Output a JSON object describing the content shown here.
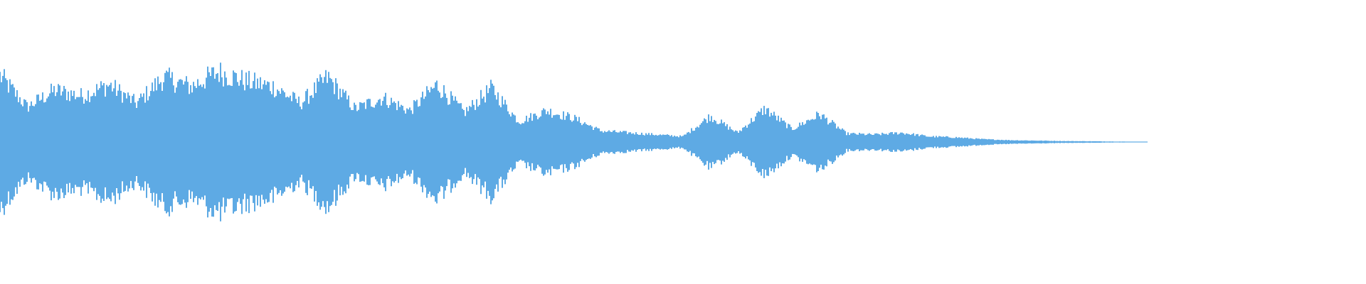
{
  "waveform": {
    "color": "#5eaae4",
    "background": "#ffffff",
    "envelope": {
      "time": [
        0.0,
        0.02,
        0.04,
        0.06,
        0.08,
        0.1,
        0.12,
        0.14,
        0.16,
        0.18,
        0.2,
        0.22,
        0.24,
        0.26,
        0.28,
        0.3,
        0.32,
        0.34,
        0.36,
        0.38,
        0.4,
        0.42,
        0.44,
        0.46,
        0.48,
        0.5,
        0.52,
        0.54,
        0.56,
        0.58,
        0.6,
        0.62,
        0.64,
        0.66,
        0.68,
        0.7,
        0.72,
        0.74,
        0.76,
        0.78,
        0.8,
        0.82,
        0.84
      ],
      "amplitude": [
        0.72,
        0.38,
        0.56,
        0.5,
        0.62,
        0.42,
        0.7,
        0.6,
        0.76,
        0.66,
        0.6,
        0.42,
        0.7,
        0.36,
        0.48,
        0.34,
        0.62,
        0.32,
        0.58,
        0.22,
        0.34,
        0.26,
        0.12,
        0.1,
        0.08,
        0.06,
        0.28,
        0.1,
        0.36,
        0.14,
        0.3,
        0.09,
        0.08,
        0.1,
        0.06,
        0.05,
        0.03,
        0.02,
        0.015,
        0.01,
        0.008,
        0.005,
        0.003
      ]
    }
  }
}
